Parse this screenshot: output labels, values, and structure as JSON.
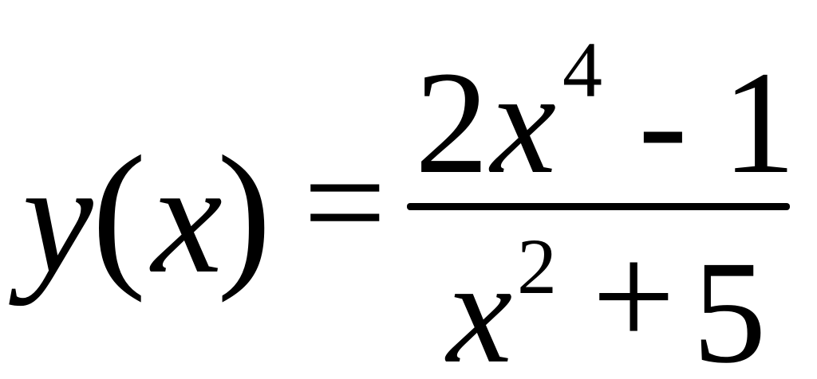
{
  "equation": {
    "lhs": {
      "function_name": "y",
      "open_paren": "(",
      "variable": "x",
      "close_paren": ")"
    },
    "equals": "=",
    "numerator": {
      "coefficient": "2",
      "variable": "x",
      "exponent": "4",
      "operator": "-",
      "constant": "1"
    },
    "denominator": {
      "variable": "x",
      "exponent": "2",
      "operator": "+",
      "constant": "5"
    }
  }
}
